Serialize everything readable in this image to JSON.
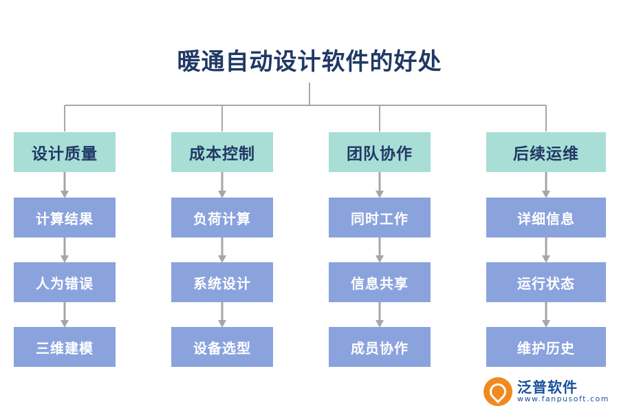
{
  "title": "暖通自动设计软件的好处",
  "colors": {
    "title_text": "#1f3864",
    "head_bg": "#a8ded6",
    "head_text": "#1f3864",
    "sub_bg": "#8ba3dd",
    "sub_text": "#ffffff",
    "connector": "#a6a6a6",
    "logo_orange": "#f08a1e",
    "logo_blue": "#1a4f9c"
  },
  "columns": [
    {
      "head": "设计质量",
      "items": [
        "计算结果",
        "人为错误",
        "三维建模"
      ]
    },
    {
      "head": "成本控制",
      "items": [
        "负荷计算",
        "系统设计",
        "设备选型"
      ]
    },
    {
      "head": "团队协作",
      "items": [
        "同时工作",
        "信息共享",
        "成员协作"
      ]
    },
    {
      "head": "后续运维",
      "items": [
        "详细信息",
        "运行状态",
        "维护历史"
      ]
    }
  ],
  "logo": {
    "name_cn": "泛普软件",
    "name_en": "www.fanpusoft.com"
  }
}
